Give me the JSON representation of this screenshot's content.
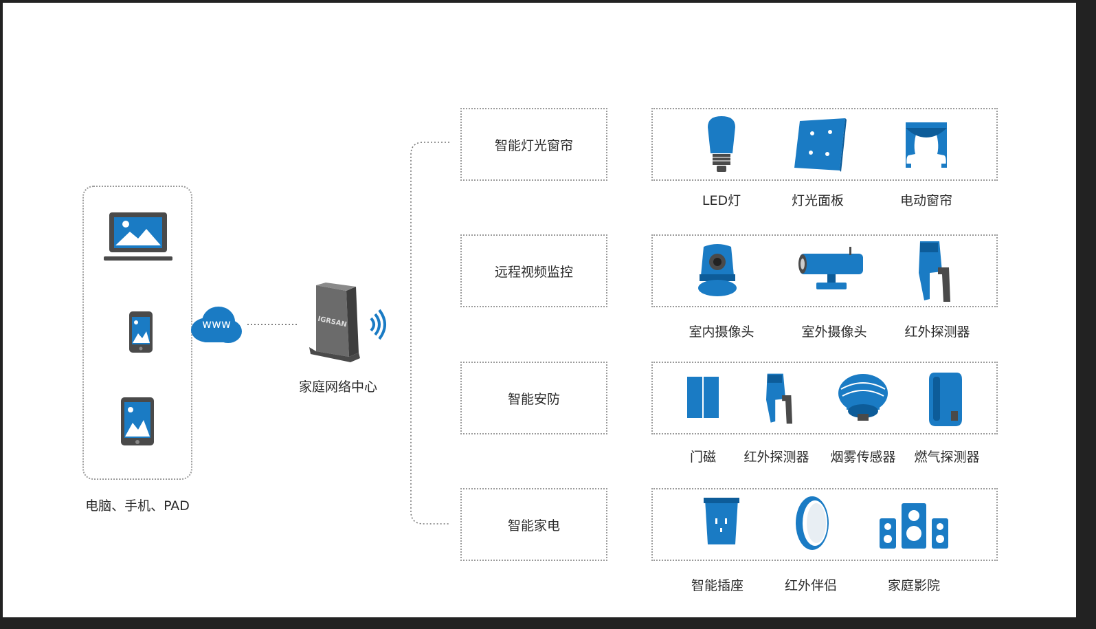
{
  "colors": {
    "accent": "#1a7bc4",
    "border": "#9a9a9a",
    "text": "#2b2b2b",
    "dark": "#4a4a4a"
  },
  "devices": {
    "label": "电脑、手机、PAD"
  },
  "cloud": {
    "label": "www"
  },
  "hub": {
    "label": "家庭网络中心",
    "brand": "IGRSAN"
  },
  "categories": [
    {
      "label": "智能灯光窗帘",
      "items": [
        {
          "label": "LED灯",
          "icon": "bulb-icon"
        },
        {
          "label": "灯光面板",
          "icon": "light-panel-icon"
        },
        {
          "label": "电动窗帘",
          "icon": "curtain-icon"
        }
      ]
    },
    {
      "label": "远程视频监控",
      "items": [
        {
          "label": "室内摄像头",
          "icon": "indoor-camera-icon"
        },
        {
          "label": "室外摄像头",
          "icon": "outdoor-camera-icon"
        },
        {
          "label": "红外探测器",
          "icon": "infrared-detector-icon"
        }
      ]
    },
    {
      "label": "智能安防",
      "items": [
        {
          "label": "门磁",
          "icon": "door-sensor-icon"
        },
        {
          "label": "红外探测器",
          "icon": "infrared-detector-icon"
        },
        {
          "label": "烟雾传感器",
          "icon": "smoke-sensor-icon"
        },
        {
          "label": "燃气探测器",
          "icon": "gas-detector-icon"
        }
      ]
    },
    {
      "label": "智能家电",
      "items": [
        {
          "label": "智能插座",
          "icon": "smart-socket-icon"
        },
        {
          "label": "红外伴侣",
          "icon": "ir-companion-icon"
        },
        {
          "label": "家庭影院",
          "icon": "home-theater-icon"
        }
      ]
    }
  ]
}
